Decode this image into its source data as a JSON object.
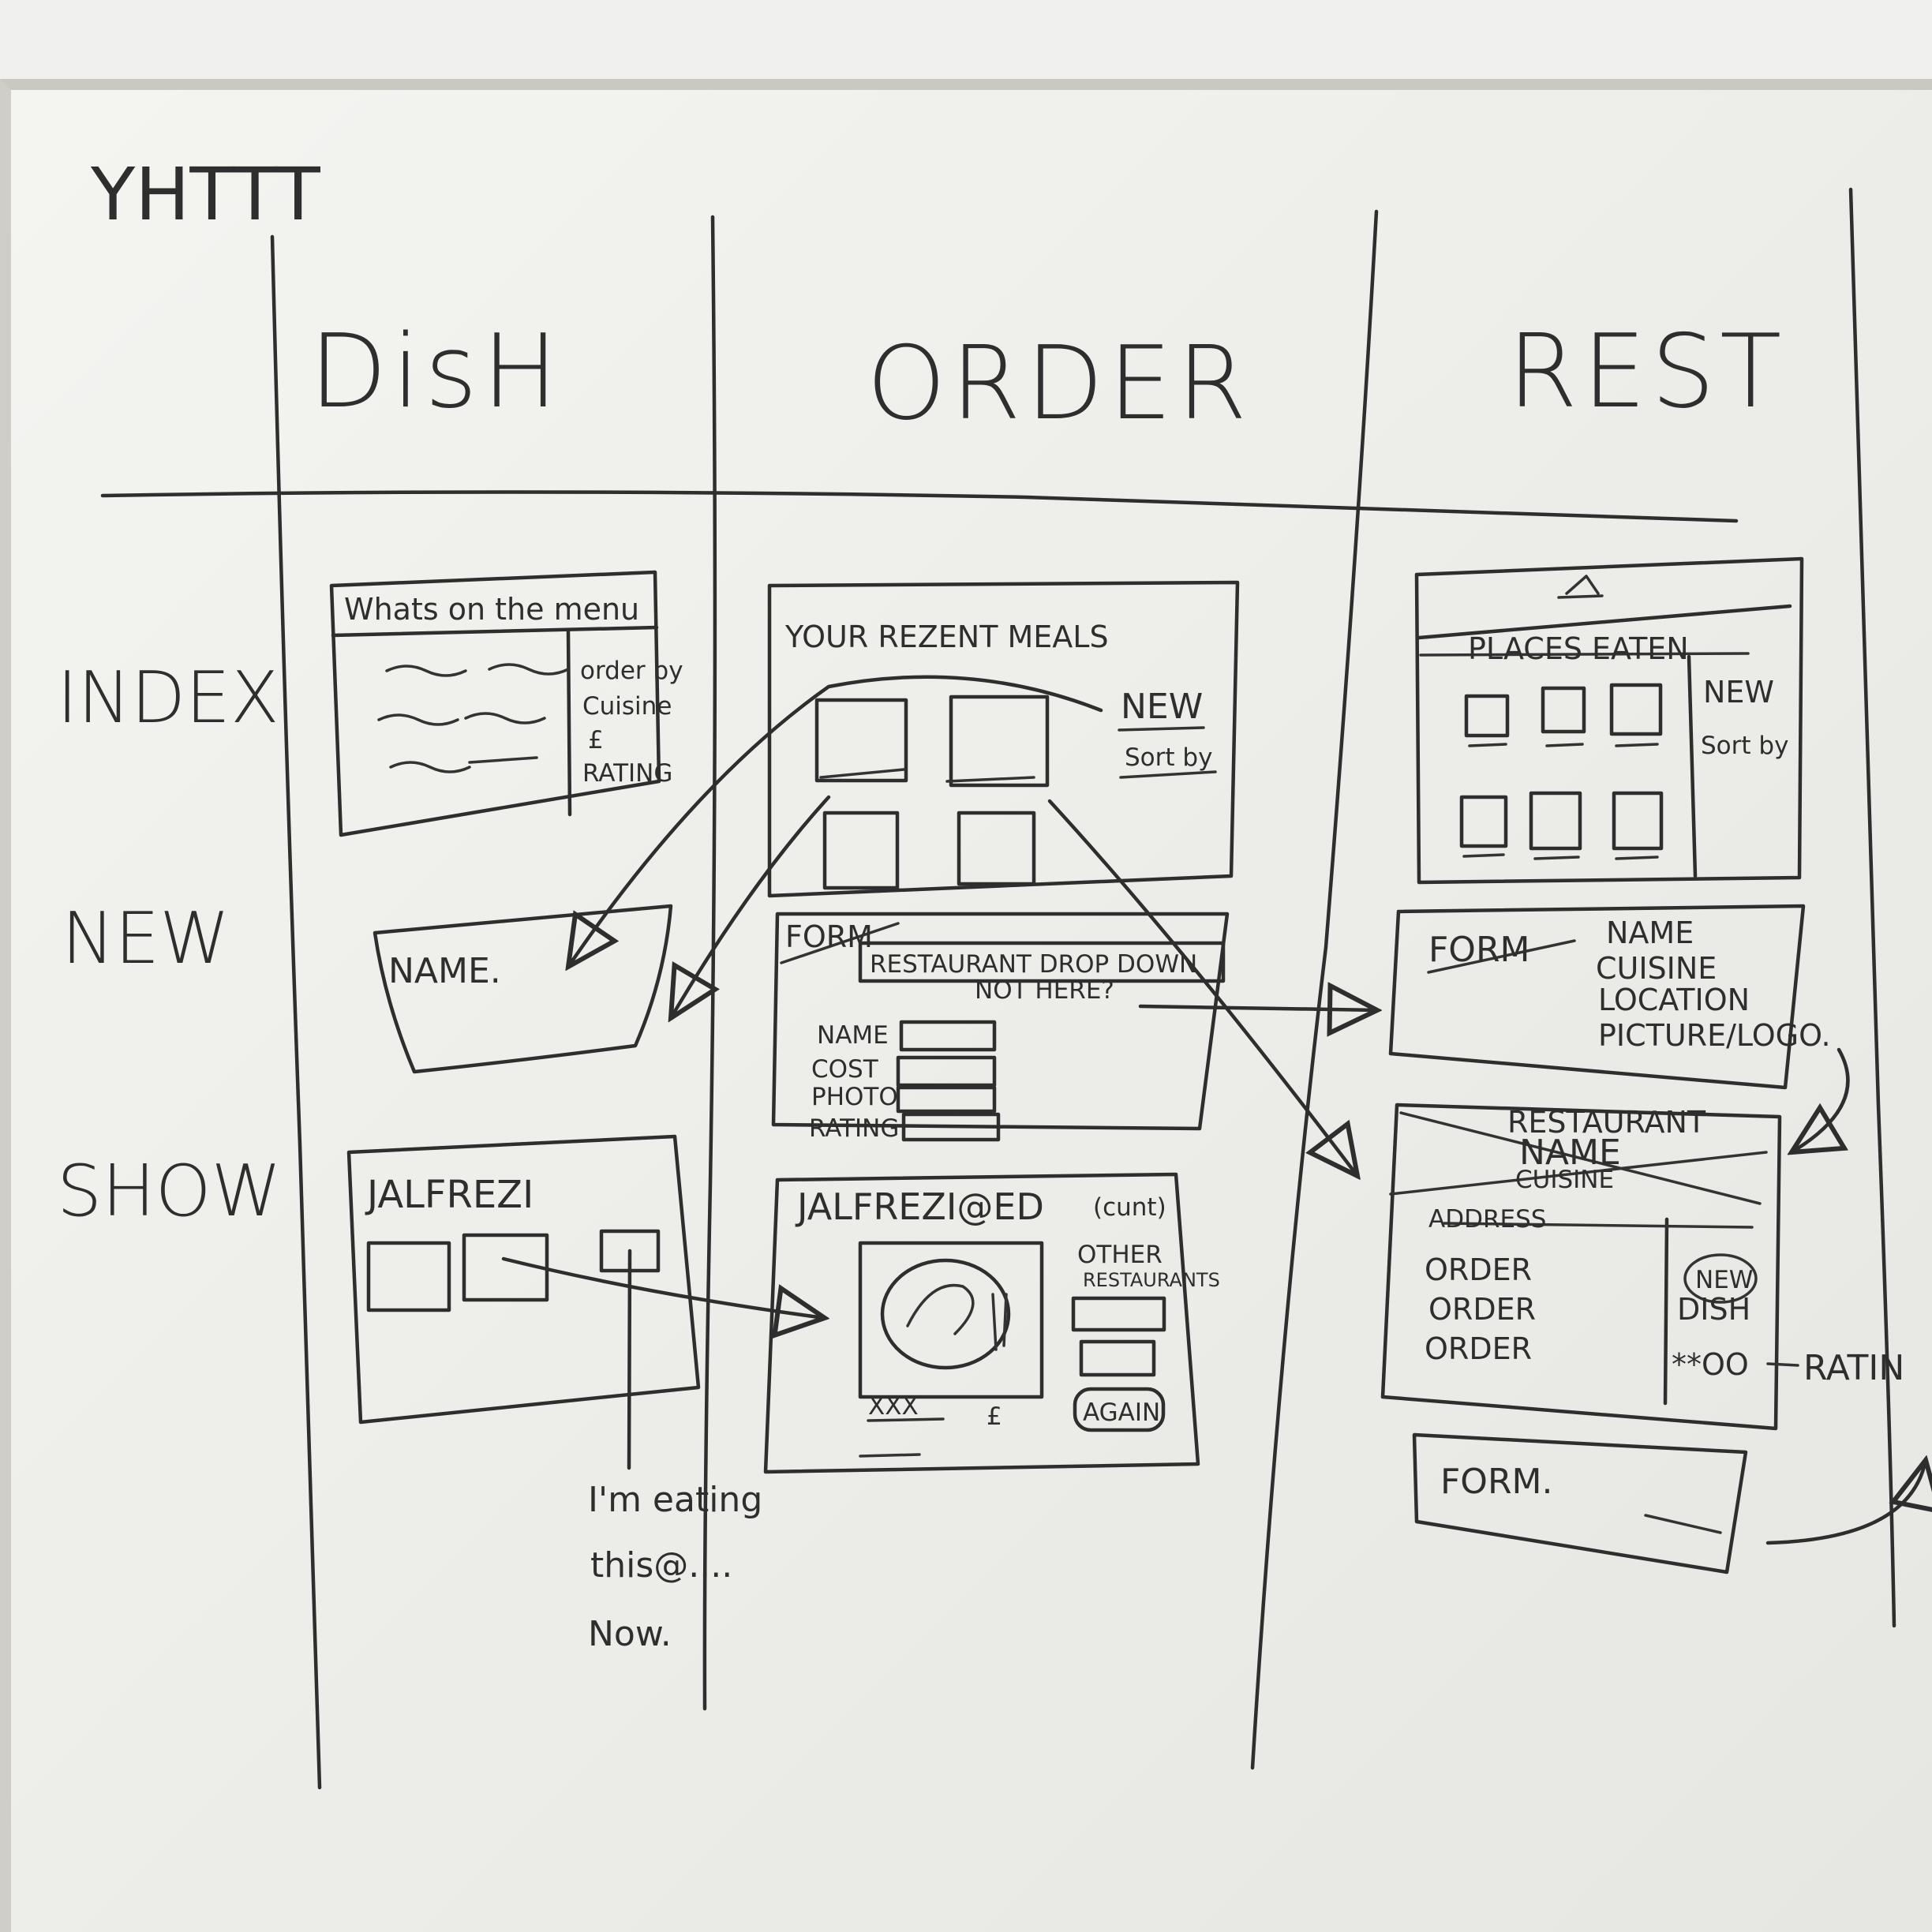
{
  "board_title": "YHTTT",
  "columns": [
    "DisH",
    "ORDER",
    "REST"
  ],
  "rows": [
    "INDEX",
    "NEW",
    "SHOW"
  ],
  "dish": {
    "index": {
      "title": "Whats on the menu",
      "side": [
        "order by",
        "Cuisine",
        "£",
        "RATING"
      ]
    },
    "new": {
      "label": "NAME."
    },
    "show": {
      "title": "JALFREZI"
    },
    "note": [
      "I'm eating",
      "this@....",
      "Now."
    ]
  },
  "order": {
    "index": {
      "title": "YOUR REZENT MEALS",
      "new": "NEW",
      "sort": "Sort by"
    },
    "new": {
      "form": "FORM",
      "dropdown": "RESTAURANT DROP DOWN",
      "not_here": "NOT HERE?",
      "fields": [
        "NAME",
        "COST",
        "PHOTO",
        "RATING"
      ]
    },
    "show": {
      "title": "JALFREZI@ED",
      "title_note": "(cunt)",
      "other": [
        "OTHER",
        "RESTAURANTS"
      ],
      "again": "AGAIN",
      "price": "£",
      "caption": "XXX"
    }
  },
  "rest": {
    "index": {
      "title": "PLACES EATEN",
      "new": "NEW",
      "sort": "Sort by"
    },
    "new": {
      "form": "FORM",
      "fields": [
        "NAME",
        "CUISINE",
        "LOCATION",
        "PICTURE/LOGO."
      ]
    },
    "show": {
      "title": [
        "RESTAURANT",
        "NAME"
      ],
      "cuisine": "CUISINE",
      "address": "ADDRESS",
      "orders": [
        "ORDER",
        "ORDER",
        "ORDER"
      ],
      "new": "NEW",
      "dish": "DISH",
      "rating_stars": "**OO",
      "rating": "RATIN"
    },
    "form": "FORM."
  }
}
